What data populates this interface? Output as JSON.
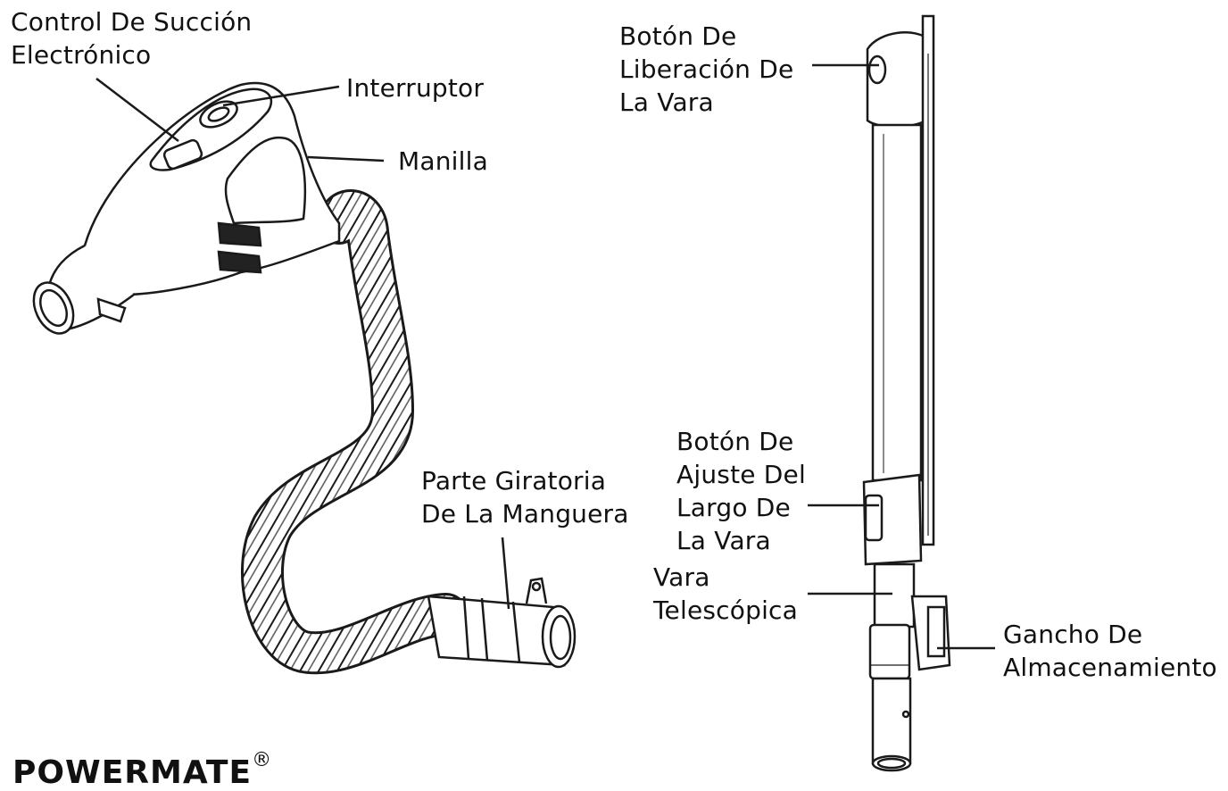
{
  "labels": {
    "control": "Control De Succión\nElectrónico",
    "interruptor": "Interruptor",
    "manilla": "Manilla",
    "swivel": "Parte Giratoria\nDe La Manguera",
    "release": "Botón De\nLiberación De\nLa Vara",
    "adjust": "Botón De\nAjuste Del\nLargo De\nLa Vara",
    "telescopic": "Vara\nTelescópica",
    "hook": "Gancho De\nAlmacenamiento"
  },
  "brand": {
    "name": "POWERMATE",
    "mark": "®"
  }
}
